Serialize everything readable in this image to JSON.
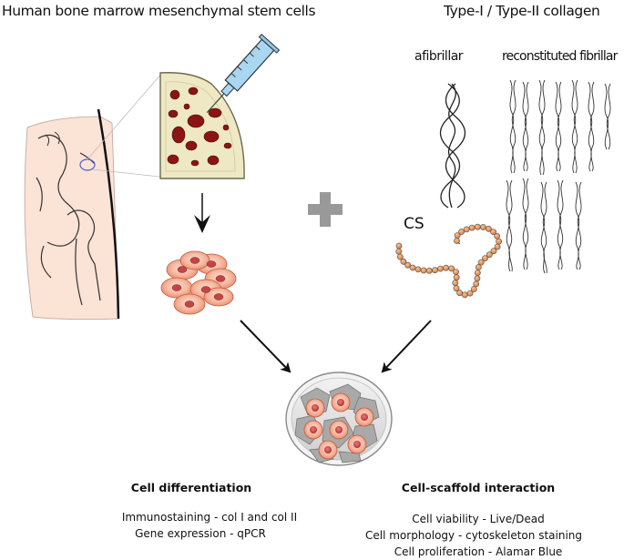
{
  "header": {
    "left_title": "Human bone marrow mesenchymal stem cells",
    "right_title": "Type-I / Type-II collagen"
  },
  "collagen": {
    "afibrillar_label": "afibrillar",
    "fibrillar_label": "reconstituted fibrillar",
    "cs_label": "CS"
  },
  "sections": {
    "differentiation": {
      "title": "Cell differentiation",
      "lines": [
        "Immunostaining - col I and col II",
        "Gene expression - qPCR"
      ]
    },
    "interaction": {
      "title": "Cell-scaffold interaction",
      "lines": [
        "Cell viability - Live/Dead",
        "Cell morphology - cytoskeleton staining",
        "Cell proliferation - Alamar Blue"
      ]
    }
  },
  "colors": {
    "bone_tissue": "#eee9c4",
    "marrow": "#8b1414",
    "skin": "#fbe3d6",
    "cell": "#f2a58a",
    "nucleus": "#cc4444",
    "syringe": "#a9d6f0",
    "bead": "#e89a5a",
    "plus": "#999999"
  }
}
